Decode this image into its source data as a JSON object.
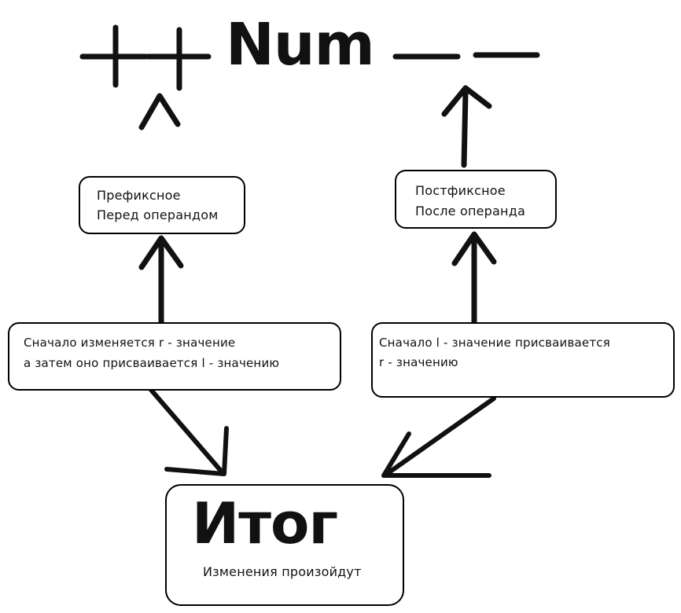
{
  "title": {
    "prefix_op": "++",
    "operand": "Num",
    "postfix_op": "--"
  },
  "prefix_box": {
    "line1": "Префиксное",
    "line2": "Перед операндом"
  },
  "postfix_box": {
    "line1": "Постфиксное",
    "line2": "После операнда"
  },
  "prefix_desc": {
    "line1": "Сначало изменяется r - значение",
    "line2": "а затем оно присваивается l - значению"
  },
  "postfix_desc": {
    "line1": "Сначало l - значение присваивается",
    "line2": "r - значению"
  },
  "result_box": {
    "title": "Итог",
    "subtitle": "Изменения произойдут"
  }
}
